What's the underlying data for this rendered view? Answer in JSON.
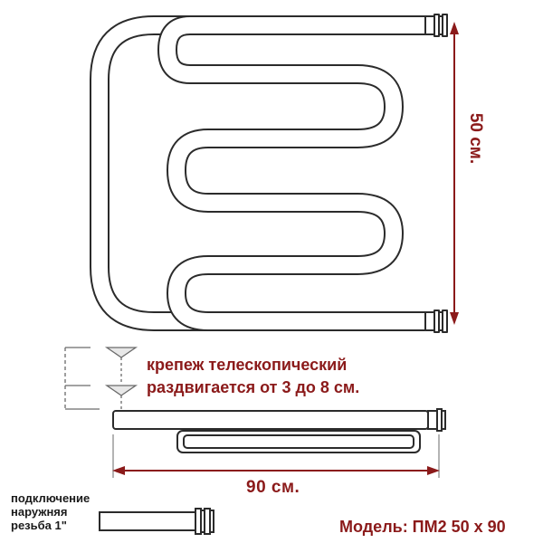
{
  "dimensions": {
    "height_label": "50 см.",
    "width_label": "90 см."
  },
  "mount": {
    "line1": "крепеж телескопический",
    "line2": "раздвигается от 3 до 8 см."
  },
  "connection": {
    "line1": "подключение",
    "line2": "наружняя",
    "line3": "резьба 1\""
  },
  "model_label": "Модель: ПМ2 50 х 90",
  "colors": {
    "accent": "#8b1a1a",
    "line": "#2b2b2b",
    "text_dark": "#1a1a1a"
  }
}
